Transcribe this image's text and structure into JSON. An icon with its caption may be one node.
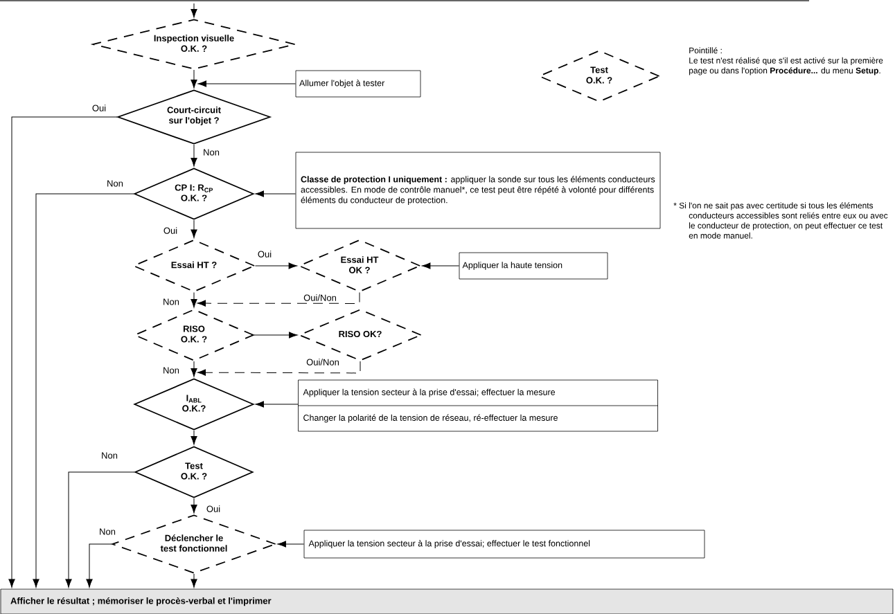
{
  "diagram": {
    "nodes": [
      {
        "text": [
          "Inspection visuelle O.K. ?"
        ]
      },
      {
        "text": [
          "Allumer l'objet à tester"
        ]
      },
      {
        "text": [
          "Court-circuit sur l'objet ?"
        ]
      },
      {
        "text": [
          "**Classe de protection I uniquement :** appliquer la sonde sur tous les éléments conducteurs accessibles. En mode de contrôle manuel*, ce test peut être répété à volonté pour différents éléments du conducteur de protection."
        ]
      },
      {
        "text": [
          "CP I: R$_{CP}$ O.K. ?"
        ]
      },
      {
        "text": [
          "Essai HT ?"
        ]
      },
      {
        "text": [
          "Essai HT OK ?"
        ]
      },
      {
        "text": [
          "Appliquer la haute tension"
        ]
      },
      {
        "text": [
          "RISO O.K. ?"
        ]
      },
      {
        "text": [
          "RISO OK?"
        ]
      },
      {
        "text": [
          "I$_{ABL}$ O.K.?"
        ]
      },
      {
        "text": [
          "Appliquer la tension secteur à la prise d'essai; effectuer la mesure",
          "Changer la polarité de la tension de réseau, ré-effectuer la mesure"
        ]
      },
      {
        "text": [
          "Test O.K. ?"
        ]
      },
      {
        "text": [
          "Déclencher le test fonctionnel"
        ]
      },
      {
        "text": [
          "Appliquer la tension secteur à la prise d'essai;  effectuer le test fonctionnel"
        ]
      },
      {
        "text": [
          "Afficher le résultat ; mémoriser le procès-verbal et l'imprimer"
        ]
      },
      {
        "text": [
          "Test O.K. ?"
        ]
      }
    ],
    "edges": [
      {
        "from": null,
        "to": 0,
        "arrow": "to"
      },
      {
        "from": 0,
        "to": 2,
        "arrow": "to"
      },
      {
        "from": 1,
        "to": 2,
        "arrow": "to"
      },
      {
        "from": 2,
        "to": 15,
        "arrow": "to",
        "label": "Oui"
      },
      {
        "from": 2,
        "to": 4,
        "arrow": "to",
        "label": "Non"
      },
      {
        "from": 4,
        "to": 15,
        "arrow": "to",
        "label": "Non"
      },
      {
        "from": 3,
        "to": 4,
        "arrow": "to"
      },
      {
        "from": 4,
        "to": 5,
        "arrow": "to",
        "label": "Oui"
      },
      {
        "from": 5,
        "to": 6,
        "arrow": "to",
        "label": "Oui"
      },
      {
        "from": 7,
        "to": 6,
        "arrow": "to"
      },
      {
        "from": 6,
        "to": 8,
        "arrow": "to",
        "label": "Oui/Non",
        "style": "dashed"
      },
      {
        "from": 5,
        "to": 8,
        "arrow": "to",
        "label": "Non"
      },
      {
        "from": 8,
        "to": 9,
        "arrow": "to"
      },
      {
        "from": 9,
        "to": 10,
        "arrow": "to",
        "label": "Oui/Non",
        "style": "dashed"
      },
      {
        "from": 8,
        "to": 10,
        "arrow": "to",
        "label": "Non"
      },
      {
        "from": 11,
        "to": 10,
        "arrow": "to"
      },
      {
        "from": 10,
        "to": 12,
        "arrow": "to"
      },
      {
        "from": 12,
        "to": 15,
        "arrow": "to",
        "label": "Non"
      },
      {
        "from": 12,
        "to": 13,
        "arrow": "to",
        "label": "Oui"
      },
      {
        "from": 13,
        "to": 15,
        "arrow": "to",
        "label": "Non"
      },
      {
        "from": 14,
        "to": 13,
        "arrow": "to"
      },
      {
        "from": 13,
        "to": 15,
        "arrow": "to"
      }
    ],
    "labels": [
      "Pointillé :",
      "Le test n'est réalisé que s'il est activé sur la première page ou dans l'option **Procédure...** du menu **Setup**.",
      "* Si l'on ne sait pas avec certitude si tous les éléments conducteurs accessibles sont reliés entre eux ou avec le conducteur de protection, on peut effectuer ce test en mode manuel."
    ]
  }
}
